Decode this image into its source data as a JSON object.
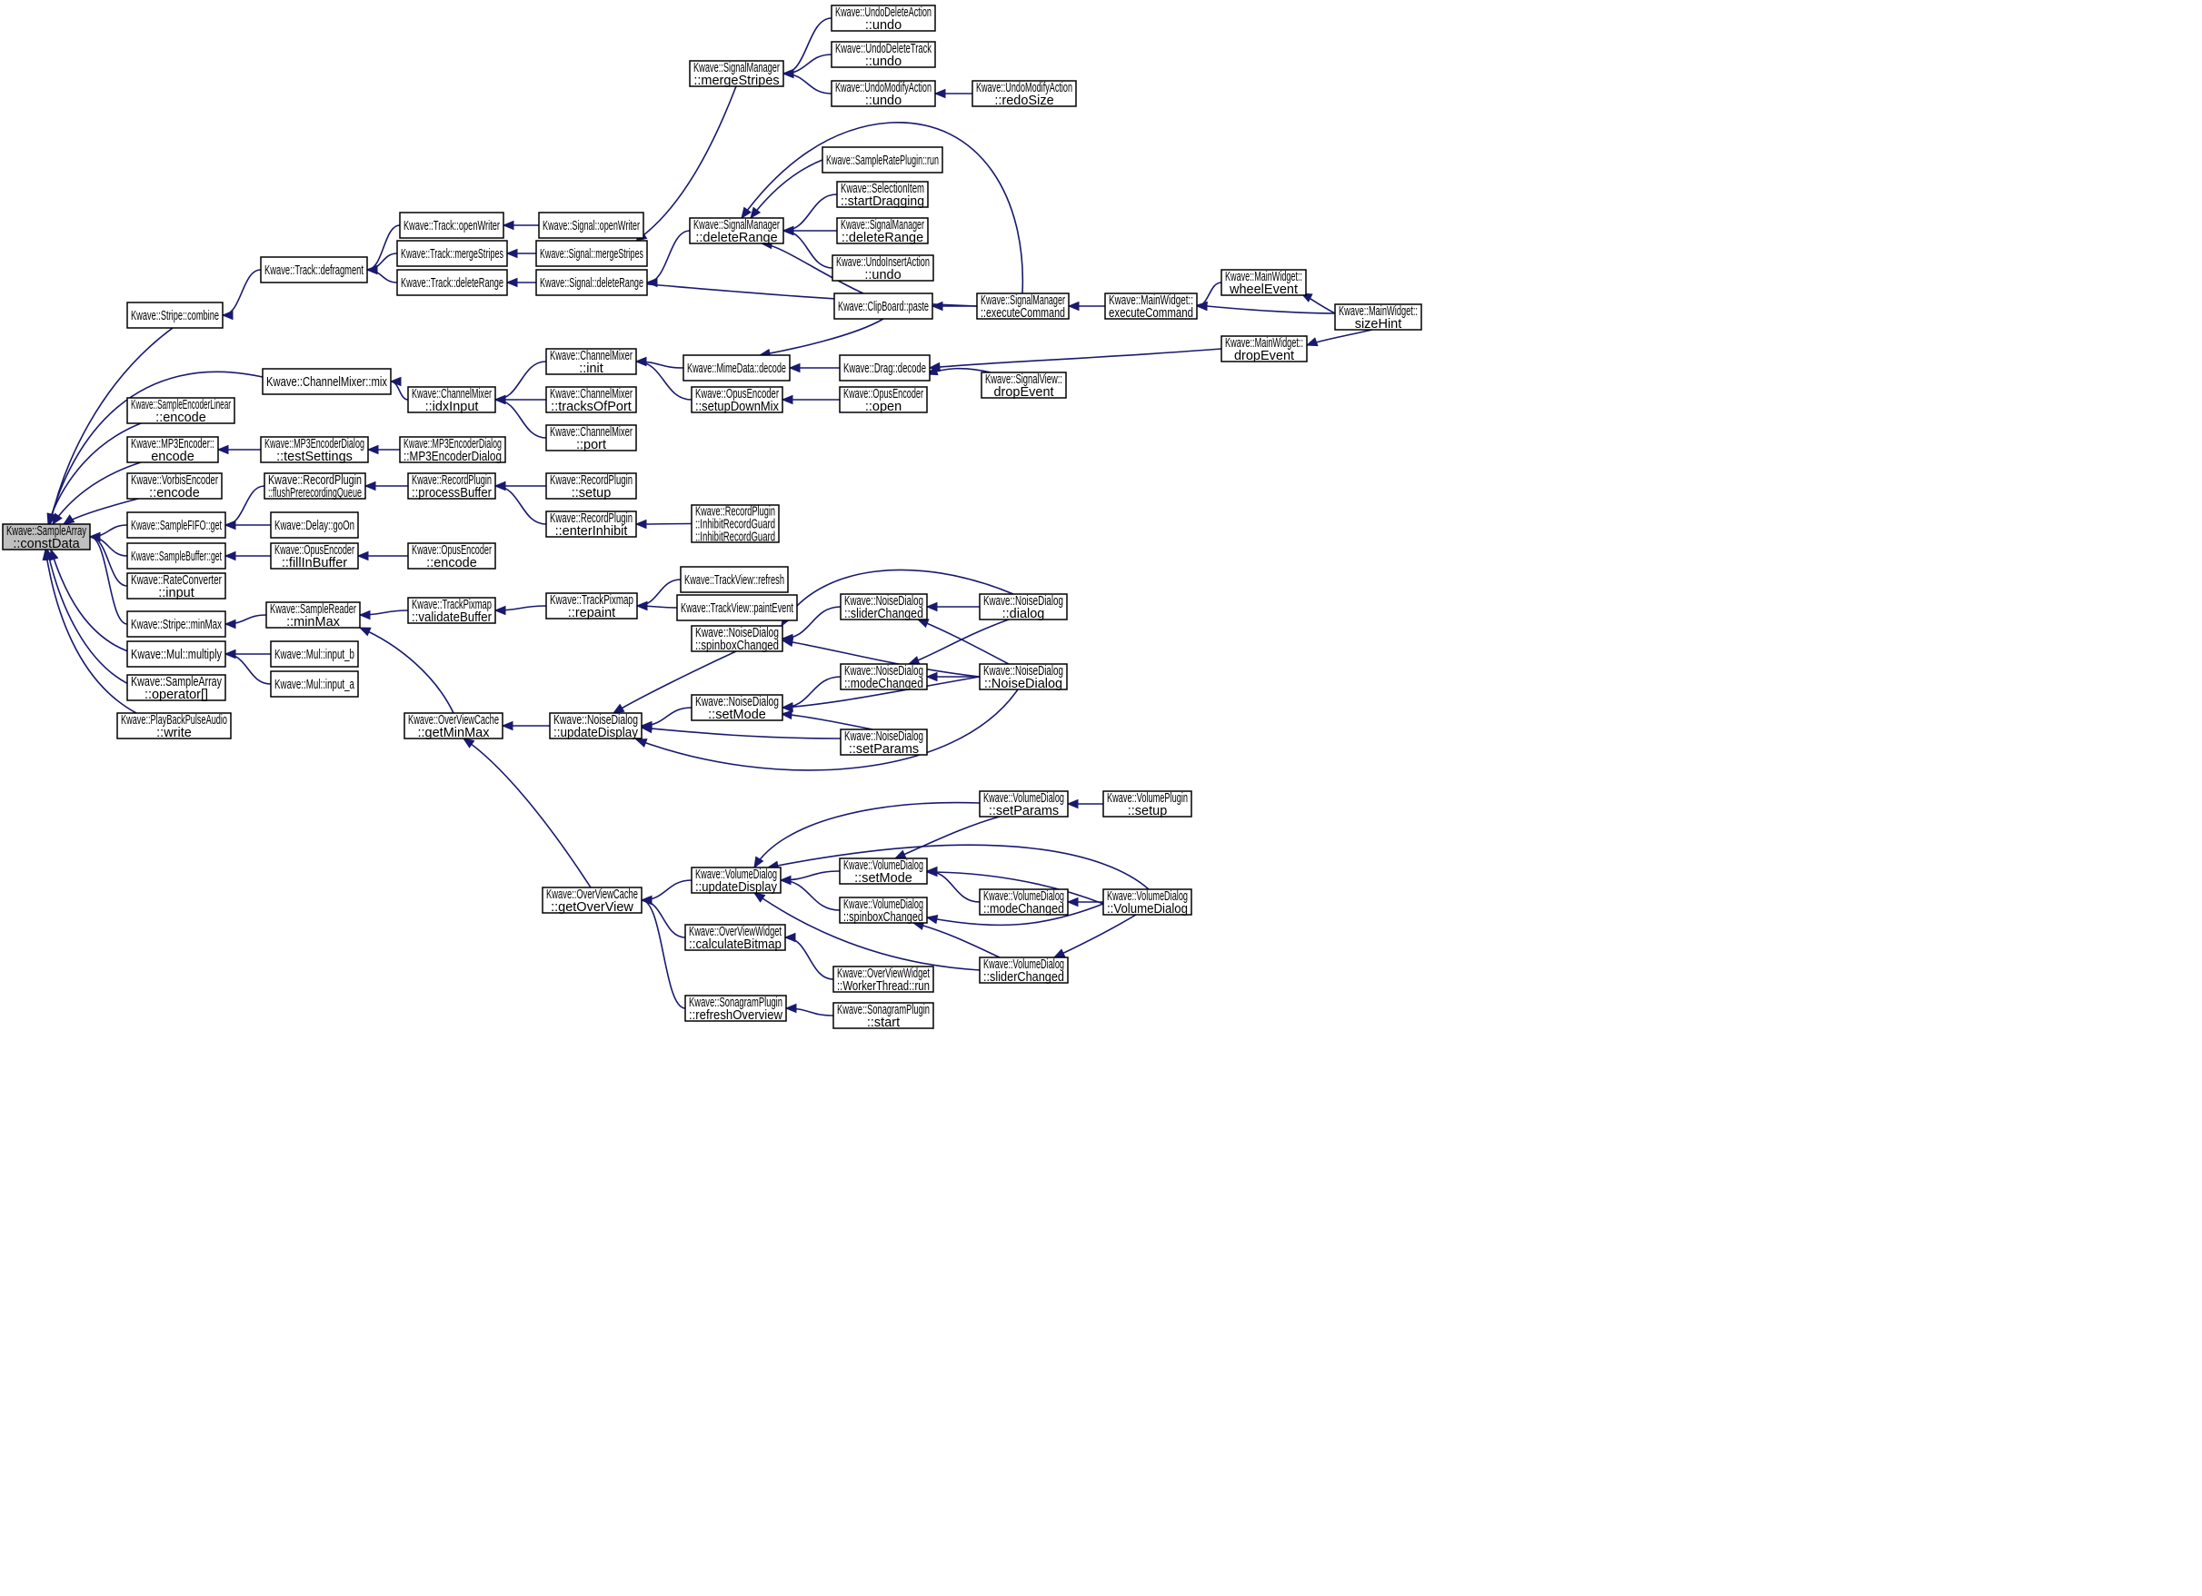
{
  "diagram": {
    "type": "call-graph",
    "colors": {
      "edge": "#191970",
      "root_fill": "#bfbfbf",
      "node_fill": "#ffffff",
      "node_border": "#000000"
    },
    "nodes": [
      {
        "id": "n0",
        "lines": [
          "Kwave::SampleArray",
          "::constData"
        ],
        "root": true
      },
      {
        "id": "n1",
        "lines": [
          "Kwave::Stripe::combine"
        ]
      },
      {
        "id": "n2",
        "lines": [
          "Kwave::ChannelMixer::mix"
        ]
      },
      {
        "id": "n3",
        "lines": [
          "Kwave::SampleEncoderLinear",
          "::encode"
        ]
      },
      {
        "id": "n4",
        "lines": [
          "Kwave::MP3Encoder::",
          "encode"
        ]
      },
      {
        "id": "n5",
        "lines": [
          "Kwave::VorbisEncoder",
          "::encode"
        ]
      },
      {
        "id": "n6",
        "lines": [
          "Kwave::SampleFIFO::get"
        ]
      },
      {
        "id": "n7",
        "lines": [
          "Kwave::SampleBuffer::get"
        ]
      },
      {
        "id": "n8",
        "lines": [
          "Kwave::RateConverter",
          "::input"
        ]
      },
      {
        "id": "n9",
        "lines": [
          "Kwave::Stripe::minMax"
        ]
      },
      {
        "id": "n10",
        "lines": [
          "Kwave::Mul::multiply"
        ]
      },
      {
        "id": "n11",
        "lines": [
          "Kwave::SampleArray",
          "::operator[]"
        ]
      },
      {
        "id": "n12",
        "lines": [
          "Kwave::PlayBackPulseAudio",
          "::write"
        ]
      },
      {
        "id": "n13",
        "lines": [
          "Kwave::Track::defragment"
        ]
      },
      {
        "id": "n14",
        "lines": [
          "Kwave::Track::openWriter"
        ]
      },
      {
        "id": "n15",
        "lines": [
          "Kwave::Track::mergeStripes"
        ]
      },
      {
        "id": "n16",
        "lines": [
          "Kwave::Track::deleteRange"
        ]
      },
      {
        "id": "n17",
        "lines": [
          "Kwave::Signal::openWriter"
        ]
      },
      {
        "id": "n18",
        "lines": [
          "Kwave::Signal::mergeStripes"
        ]
      },
      {
        "id": "n19",
        "lines": [
          "Kwave::Signal::deleteRange"
        ]
      },
      {
        "id": "n20",
        "lines": [
          "Kwave::SignalManager",
          "::mergeStripes"
        ]
      },
      {
        "id": "n21",
        "lines": [
          "Kwave::UndoDeleteAction",
          "::undo"
        ]
      },
      {
        "id": "n22",
        "lines": [
          "Kwave::UndoDeleteTrack",
          "::undo"
        ]
      },
      {
        "id": "n23",
        "lines": [
          "Kwave::UndoModifyAction",
          "::undo"
        ]
      },
      {
        "id": "n24",
        "lines": [
          "Kwave::UndoModifyAction",
          "::redoSize"
        ]
      },
      {
        "id": "n25",
        "lines": [
          "Kwave::SignalManager",
          "::deleteRange"
        ]
      },
      {
        "id": "n26",
        "lines": [
          "Kwave::SampleRatePlugin::run"
        ]
      },
      {
        "id": "n27",
        "lines": [
          "Kwave::SelectionItem",
          "::startDragging"
        ]
      },
      {
        "id": "n28",
        "lines": [
          "Kwave::SignalManager",
          "::deleteRange"
        ]
      },
      {
        "id": "n29",
        "lines": [
          "Kwave::UndoInsertAction",
          "::undo"
        ]
      },
      {
        "id": "n30",
        "lines": [
          "Kwave::ClipBoard::paste"
        ]
      },
      {
        "id": "n31",
        "lines": [
          "Kwave::SignalManager",
          "::executeCommand"
        ]
      },
      {
        "id": "n32",
        "lines": [
          "Kwave::MainWidget::",
          "executeCommand"
        ]
      },
      {
        "id": "n33",
        "lines": [
          "Kwave::MainWidget::",
          "wheelEvent"
        ]
      },
      {
        "id": "n34",
        "lines": [
          "Kwave::MainWidget::",
          "sizeHint"
        ]
      },
      {
        "id": "n35",
        "lines": [
          "Kwave::ChannelMixer",
          "::idxInput"
        ]
      },
      {
        "id": "n36",
        "lines": [
          "Kwave::ChannelMixer",
          "::init"
        ]
      },
      {
        "id": "n37",
        "lines": [
          "Kwave::ChannelMixer",
          "::tracksOfPort"
        ]
      },
      {
        "id": "n38",
        "lines": [
          "Kwave::ChannelMixer",
          "::port"
        ]
      },
      {
        "id": "n39",
        "lines": [
          "Kwave::MimeData::decode"
        ]
      },
      {
        "id": "n40",
        "lines": [
          "Kwave::OpusEncoder",
          "::setupDownMix"
        ]
      },
      {
        "id": "n41",
        "lines": [
          "Kwave::Drag::decode"
        ]
      },
      {
        "id": "n42",
        "lines": [
          "Kwave::MainWidget::",
          "dropEvent"
        ]
      },
      {
        "id": "n43",
        "lines": [
          "Kwave::SignalView::",
          "dropEvent"
        ]
      },
      {
        "id": "n44",
        "lines": [
          "Kwave::OpusEncoder",
          "::open"
        ]
      },
      {
        "id": "n45",
        "lines": [
          "Kwave::MP3EncoderDialog",
          "::testSettings"
        ]
      },
      {
        "id": "n46",
        "lines": [
          "Kwave::MP3EncoderDialog",
          "::MP3EncoderDialog"
        ]
      },
      {
        "id": "n47",
        "lines": [
          "Kwave::RecordPlugin",
          "::flushPrerecordingQueue"
        ]
      },
      {
        "id": "n48",
        "lines": [
          "Kwave::RecordPlugin",
          "::processBuffer"
        ]
      },
      {
        "id": "n49",
        "lines": [
          "Kwave::RecordPlugin",
          "::setup"
        ]
      },
      {
        "id": "n50",
        "lines": [
          "Kwave::RecordPlugin",
          "::enterInhibit"
        ]
      },
      {
        "id": "n51",
        "lines": [
          "Kwave::RecordPlugin",
          "::InhibitRecordGuard",
          "::InhibitRecordGuard"
        ]
      },
      {
        "id": "n52",
        "lines": [
          "Kwave::Delay::goOn"
        ]
      },
      {
        "id": "n53",
        "lines": [
          "Kwave::OpusEncoder",
          "::fillInBuffer"
        ]
      },
      {
        "id": "n54",
        "lines": [
          "Kwave::OpusEncoder",
          "::encode"
        ]
      },
      {
        "id": "n55",
        "lines": [
          "Kwave::SampleReader",
          "::minMax"
        ]
      },
      {
        "id": "n56",
        "lines": [
          "Kwave::TrackPixmap",
          "::validateBuffer"
        ]
      },
      {
        "id": "n57",
        "lines": [
          "Kwave::TrackPixmap",
          "::repaint"
        ]
      },
      {
        "id": "n58",
        "lines": [
          "Kwave::TrackView::refresh"
        ]
      },
      {
        "id": "n59",
        "lines": [
          "Kwave::TrackView::paintEvent"
        ]
      },
      {
        "id": "n60",
        "lines": [
          "Kwave::OverViewCache",
          "::getMinMax"
        ]
      },
      {
        "id": "n61",
        "lines": [
          "Kwave::NoiseDialog",
          "::updateDisplay"
        ]
      },
      {
        "id": "n62",
        "lines": [
          "Kwave::NoiseDialog",
          "::spinboxChanged"
        ]
      },
      {
        "id": "n63",
        "lines": [
          "Kwave::NoiseDialog",
          "::setMode"
        ]
      },
      {
        "id": "n64",
        "lines": [
          "Kwave::NoiseDialog",
          "::sliderChanged"
        ]
      },
      {
        "id": "n65",
        "lines": [
          "Kwave::NoiseDialog",
          "::modeChanged"
        ]
      },
      {
        "id": "n66",
        "lines": [
          "Kwave::NoiseDialog",
          "::setParams"
        ]
      },
      {
        "id": "n67",
        "lines": [
          "Kwave::NoiseDialog",
          "::dialog"
        ]
      },
      {
        "id": "n68",
        "lines": [
          "Kwave::NoiseDialog",
          "::NoiseDialog"
        ]
      },
      {
        "id": "n69",
        "lines": [
          "Kwave::Mul::input_b"
        ]
      },
      {
        "id": "n70",
        "lines": [
          "Kwave::Mul::input_a"
        ]
      },
      {
        "id": "n71",
        "lines": [
          "Kwave::OverViewCache",
          "::getOverView"
        ]
      },
      {
        "id": "n72",
        "lines": [
          "Kwave::VolumeDialog",
          "::updateDisplay"
        ]
      },
      {
        "id": "n73",
        "lines": [
          "Kwave::OverViewWidget",
          "::calculateBitmap"
        ]
      },
      {
        "id": "n74",
        "lines": [
          "Kwave::SonagramPlugin",
          "::refreshOverview"
        ]
      },
      {
        "id": "n75",
        "lines": [
          "Kwave::OverViewWidget",
          "::WorkerThread::run"
        ]
      },
      {
        "id": "n76",
        "lines": [
          "Kwave::SonagramPlugin",
          "::start"
        ]
      },
      {
        "id": "n77",
        "lines": [
          "Kwave::VolumeDialog",
          "::setMode"
        ]
      },
      {
        "id": "n78",
        "lines": [
          "Kwave::VolumeDialog",
          "::spinboxChanged"
        ]
      },
      {
        "id": "n79",
        "lines": [
          "Kwave::VolumeDialog",
          "::setParams"
        ]
      },
      {
        "id": "n80",
        "lines": [
          "Kwave::VolumePlugin",
          "::setup"
        ]
      },
      {
        "id": "n81",
        "lines": [
          "Kwave::VolumeDialog",
          "::modeChanged"
        ]
      },
      {
        "id": "n82",
        "lines": [
          "Kwave::VolumeDialog",
          "::sliderChanged"
        ]
      },
      {
        "id": "n83",
        "lines": [
          "Kwave::VolumeDialog",
          "::VolumeDialog"
        ]
      }
    ],
    "edges": [
      [
        "n1",
        "n0"
      ],
      [
        "n2",
        "n0"
      ],
      [
        "n3",
        "n0"
      ],
      [
        "n4",
        "n0"
      ],
      [
        "n5",
        "n0"
      ],
      [
        "n6",
        "n0"
      ],
      [
        "n7",
        "n0"
      ],
      [
        "n8",
        "n0"
      ],
      [
        "n9",
        "n0"
      ],
      [
        "n10",
        "n0"
      ],
      [
        "n11",
        "n0"
      ],
      [
        "n12",
        "n0"
      ],
      [
        "n13",
        "n1"
      ],
      [
        "n14",
        "n13"
      ],
      [
        "n15",
        "n13"
      ],
      [
        "n16",
        "n13"
      ],
      [
        "n17",
        "n14"
      ],
      [
        "n18",
        "n15"
      ],
      [
        "n19",
        "n16"
      ],
      [
        "n20",
        "n18"
      ],
      [
        "n21",
        "n20"
      ],
      [
        "n22",
        "n20"
      ],
      [
        "n23",
        "n20"
      ],
      [
        "n24",
        "n23"
      ],
      [
        "n25",
        "n19"
      ],
      [
        "n31",
        "n19"
      ],
      [
        "n26",
        "n25"
      ],
      [
        "n27",
        "n25"
      ],
      [
        "n28",
        "n25"
      ],
      [
        "n29",
        "n25"
      ],
      [
        "n30",
        "n25"
      ],
      [
        "n31",
        "n25"
      ],
      [
        "n31",
        "n30"
      ],
      [
        "n32",
        "n31"
      ],
      [
        "n33",
        "n32"
      ],
      [
        "n34",
        "n32"
      ],
      [
        "n34",
        "n33"
      ],
      [
        "n35",
        "n2"
      ],
      [
        "n36",
        "n35"
      ],
      [
        "n37",
        "n35"
      ],
      [
        "n38",
        "n35"
      ],
      [
        "n39",
        "n36"
      ],
      [
        "n40",
        "n36"
      ],
      [
        "n30",
        "n39"
      ],
      [
        "n41",
        "n39"
      ],
      [
        "n42",
        "n41"
      ],
      [
        "n43",
        "n41"
      ],
      [
        "n34",
        "n42"
      ],
      [
        "n44",
        "n40"
      ],
      [
        "n45",
        "n4"
      ],
      [
        "n46",
        "n45"
      ],
      [
        "n47",
        "n6"
      ],
      [
        "n52",
        "n6"
      ],
      [
        "n48",
        "n47"
      ],
      [
        "n49",
        "n48"
      ],
      [
        "n50",
        "n48"
      ],
      [
        "n51",
        "n50"
      ],
      [
        "n53",
        "n7"
      ],
      [
        "n54",
        "n53"
      ],
      [
        "n55",
        "n9"
      ],
      [
        "n56",
        "n55"
      ],
      [
        "n57",
        "n56"
      ],
      [
        "n58",
        "n57"
      ],
      [
        "n59",
        "n57"
      ],
      [
        "n60",
        "n55"
      ],
      [
        "n61",
        "n60"
      ],
      [
        "n62",
        "n61"
      ],
      [
        "n63",
        "n61"
      ],
      [
        "n66",
        "n61"
      ],
      [
        "n68",
        "n61"
      ],
      [
        "n64",
        "n62"
      ],
      [
        "n67",
        "n62"
      ],
      [
        "n68",
        "n62"
      ],
      [
        "n65",
        "n63"
      ],
      [
        "n68",
        "n63"
      ],
      [
        "n66",
        "n63"
      ],
      [
        "n67",
        "n64"
      ],
      [
        "n68",
        "n64"
      ],
      [
        "n67",
        "n65"
      ],
      [
        "n68",
        "n65"
      ],
      [
        "n69",
        "n10"
      ],
      [
        "n70",
        "n10"
      ],
      [
        "n71",
        "n60"
      ],
      [
        "n72",
        "n71"
      ],
      [
        "n73",
        "n71"
      ],
      [
        "n74",
        "n71"
      ],
      [
        "n75",
        "n73"
      ],
      [
        "n76",
        "n74"
      ],
      [
        "n77",
        "n72"
      ],
      [
        "n78",
        "n72"
      ],
      [
        "n79",
        "n72"
      ],
      [
        "n82",
        "n72"
      ],
      [
        "n83",
        "n72"
      ],
      [
        "n79",
        "n77"
      ],
      [
        "n81",
        "n77"
      ],
      [
        "n83",
        "n77"
      ],
      [
        "n80",
        "n79"
      ],
      [
        "n83",
        "n81"
      ],
      [
        "n82",
        "n78"
      ],
      [
        "n83",
        "n78"
      ],
      [
        "n83",
        "n82"
      ]
    ]
  }
}
